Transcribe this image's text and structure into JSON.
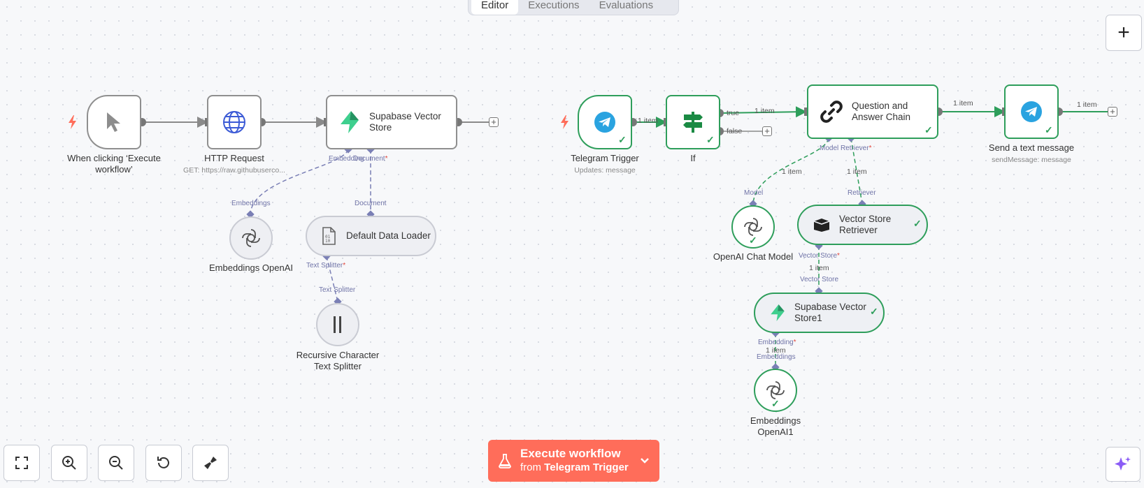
{
  "tabs": [
    "Editor",
    "Executions",
    "Evaluations"
  ],
  "nodes": {
    "manual_trigger": {
      "title": "When clicking ‘Execute workflow’"
    },
    "http_request": {
      "title": "HTTP Request",
      "subtitle": "GET: https://raw.githubuserco..."
    },
    "supabase": {
      "title": "Supabase Vector Store"
    },
    "embeddings": {
      "title": "Embeddings OpenAI"
    },
    "data_loader": {
      "title": "Default Data Loader"
    },
    "text_splitter": {
      "title": "Recursive Character Text Splitter"
    },
    "telegram_trigger": {
      "title": "Telegram Trigger",
      "subtitle": "Updates: message"
    },
    "if": {
      "title": "If"
    },
    "qa_chain": {
      "title": "Question and Answer Chain"
    },
    "send_message": {
      "title": "Send a text message",
      "subtitle": "sendMessage: message"
    },
    "chat_model": {
      "title": "OpenAI Chat Model"
    },
    "retriever": {
      "title": "Vector Store Retriever"
    },
    "supabase1": {
      "title": "Supabase Vector Store1"
    },
    "embeddings1": {
      "title": "Embeddings OpenAI1"
    }
  },
  "ports": {
    "embedding": "Embedding",
    "document": "Document",
    "embeddings": "Embeddings",
    "text_splitter": "Text Splitter",
    "model": "Model",
    "retriever": "Retriever",
    "vector_store": "Vector Store",
    "required_mark": "*"
  },
  "edges": {
    "one_item": "1 item",
    "true": "true",
    "false": "false"
  },
  "execute": {
    "main": "Execute workflow",
    "from": "from",
    "trigger": "Telegram Trigger"
  },
  "colors": {
    "accent": "#ff6d5a",
    "success": "#2e9e5b",
    "port": "#7a7fb5",
    "telegram": "#2aa3e0",
    "supabase": "#3ecf8e",
    "http_globe": "#3c5bd6"
  },
  "icons": {
    "controls": [
      "fit-view-icon",
      "zoom-in-icon",
      "zoom-out-icon",
      "reset-zoom-icon",
      "tidy-up-icon"
    ]
  }
}
